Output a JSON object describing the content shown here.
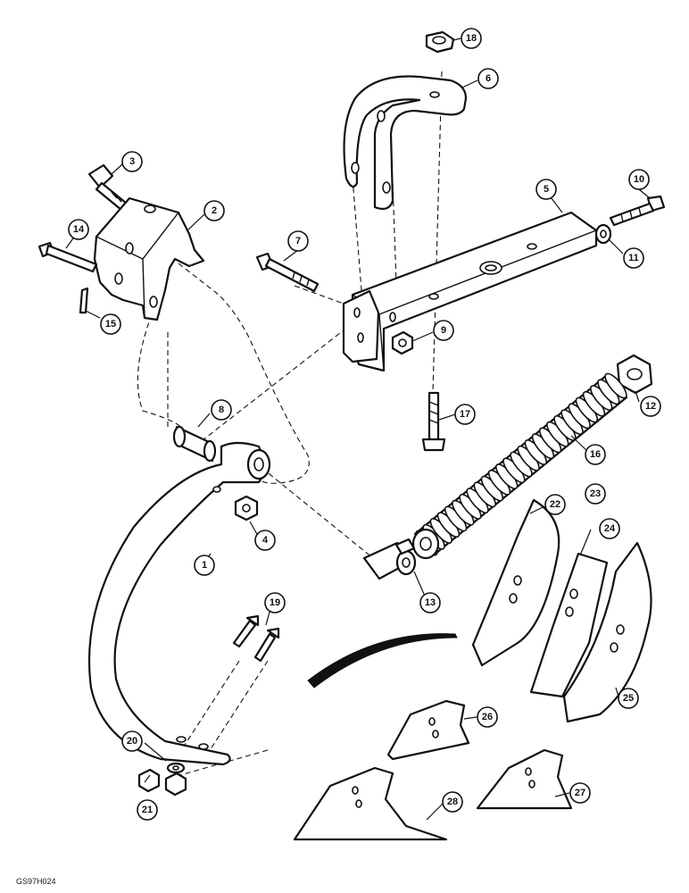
{
  "drawing_code": "GS97H024",
  "callouts": [
    "1",
    "2",
    "3",
    "4",
    "5",
    "6",
    "7",
    "8",
    "9",
    "10",
    "11",
    "12",
    "13",
    "14",
    "15",
    "16",
    "17",
    "18",
    "19",
    "20",
    "21",
    "22",
    "23",
    "24",
    "25",
    "26",
    "27",
    "28"
  ]
}
